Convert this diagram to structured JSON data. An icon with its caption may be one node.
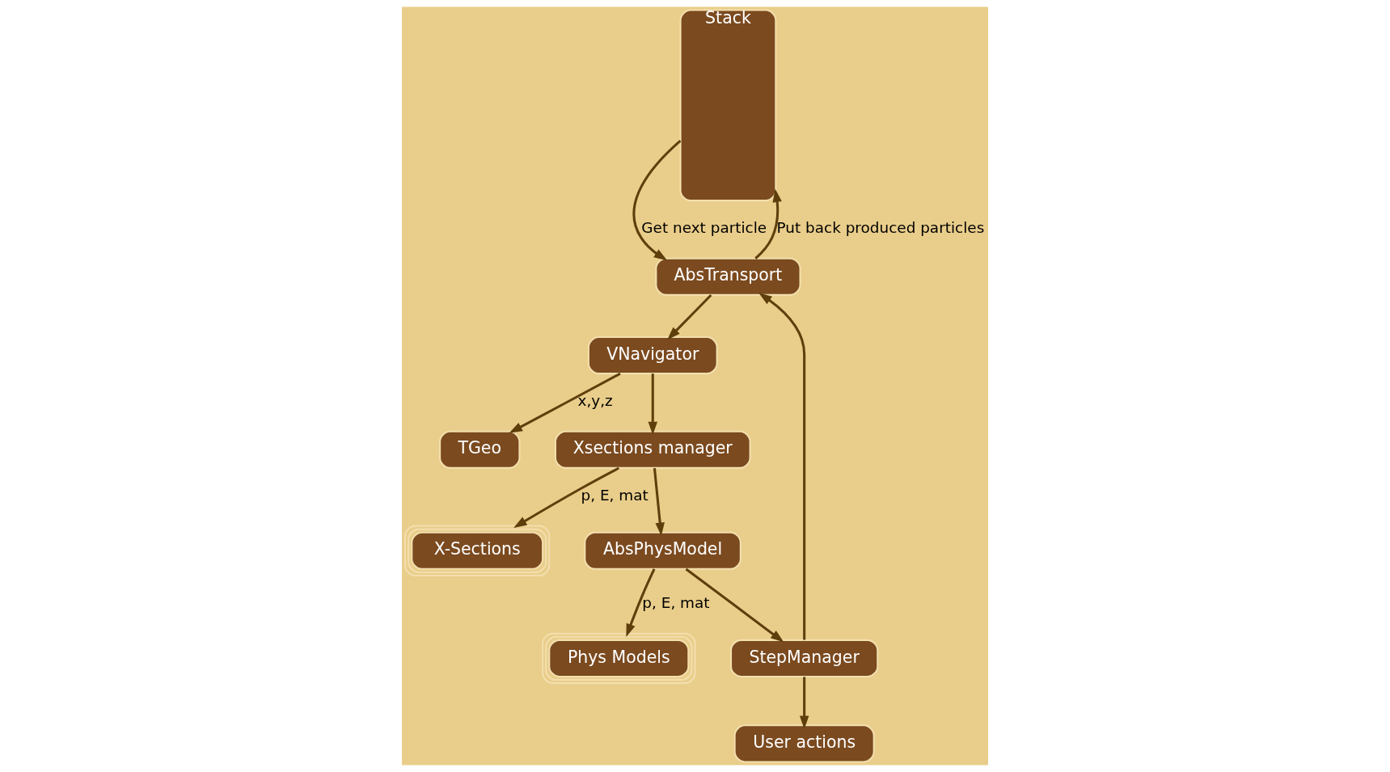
{
  "diagram": {
    "nodes": [
      {
        "text": [
          "Stack"
        ]
      },
      {
        "text": [
          "AbsTransport"
        ]
      },
      {
        "text": [
          "VNavigator"
        ]
      },
      {
        "text": [
          "TGeo"
        ]
      },
      {
        "text": [
          "Xsections manager"
        ]
      },
      {
        "text": [
          "X-Sections"
        ]
      },
      {
        "text": [
          "AbsPhysModel"
        ]
      },
      {
        "text": [
          "Phys Models"
        ]
      },
      {
        "text": [
          "StepManager"
        ]
      },
      {
        "text": [
          "User actions"
        ]
      }
    ],
    "edges": [
      {
        "from": 0,
        "to": 1,
        "arrow": "to",
        "label": "Get next particle"
      },
      {
        "from": 1,
        "to": 2,
        "arrow": "to"
      },
      {
        "from": 2,
        "to": 3,
        "arrow": "to",
        "label": "x,y,z"
      },
      {
        "from": 2,
        "to": 4,
        "arrow": "to"
      },
      {
        "from": 4,
        "to": 5,
        "arrow": "to",
        "label": "p, E, mat"
      },
      {
        "from": 4,
        "to": 6,
        "arrow": "to"
      },
      {
        "from": 6,
        "to": 7,
        "arrow": "to",
        "label": "p, E, mat"
      },
      {
        "from": 6,
        "to": 8,
        "arrow": "to"
      },
      {
        "from": 8,
        "to": 9,
        "arrow": "to"
      },
      {
        "from": 8,
        "to": 1,
        "arrow": "to"
      },
      {
        "from": 1,
        "to": 0,
        "arrow": "to",
        "label": "Put back produced particles"
      }
    ]
  }
}
